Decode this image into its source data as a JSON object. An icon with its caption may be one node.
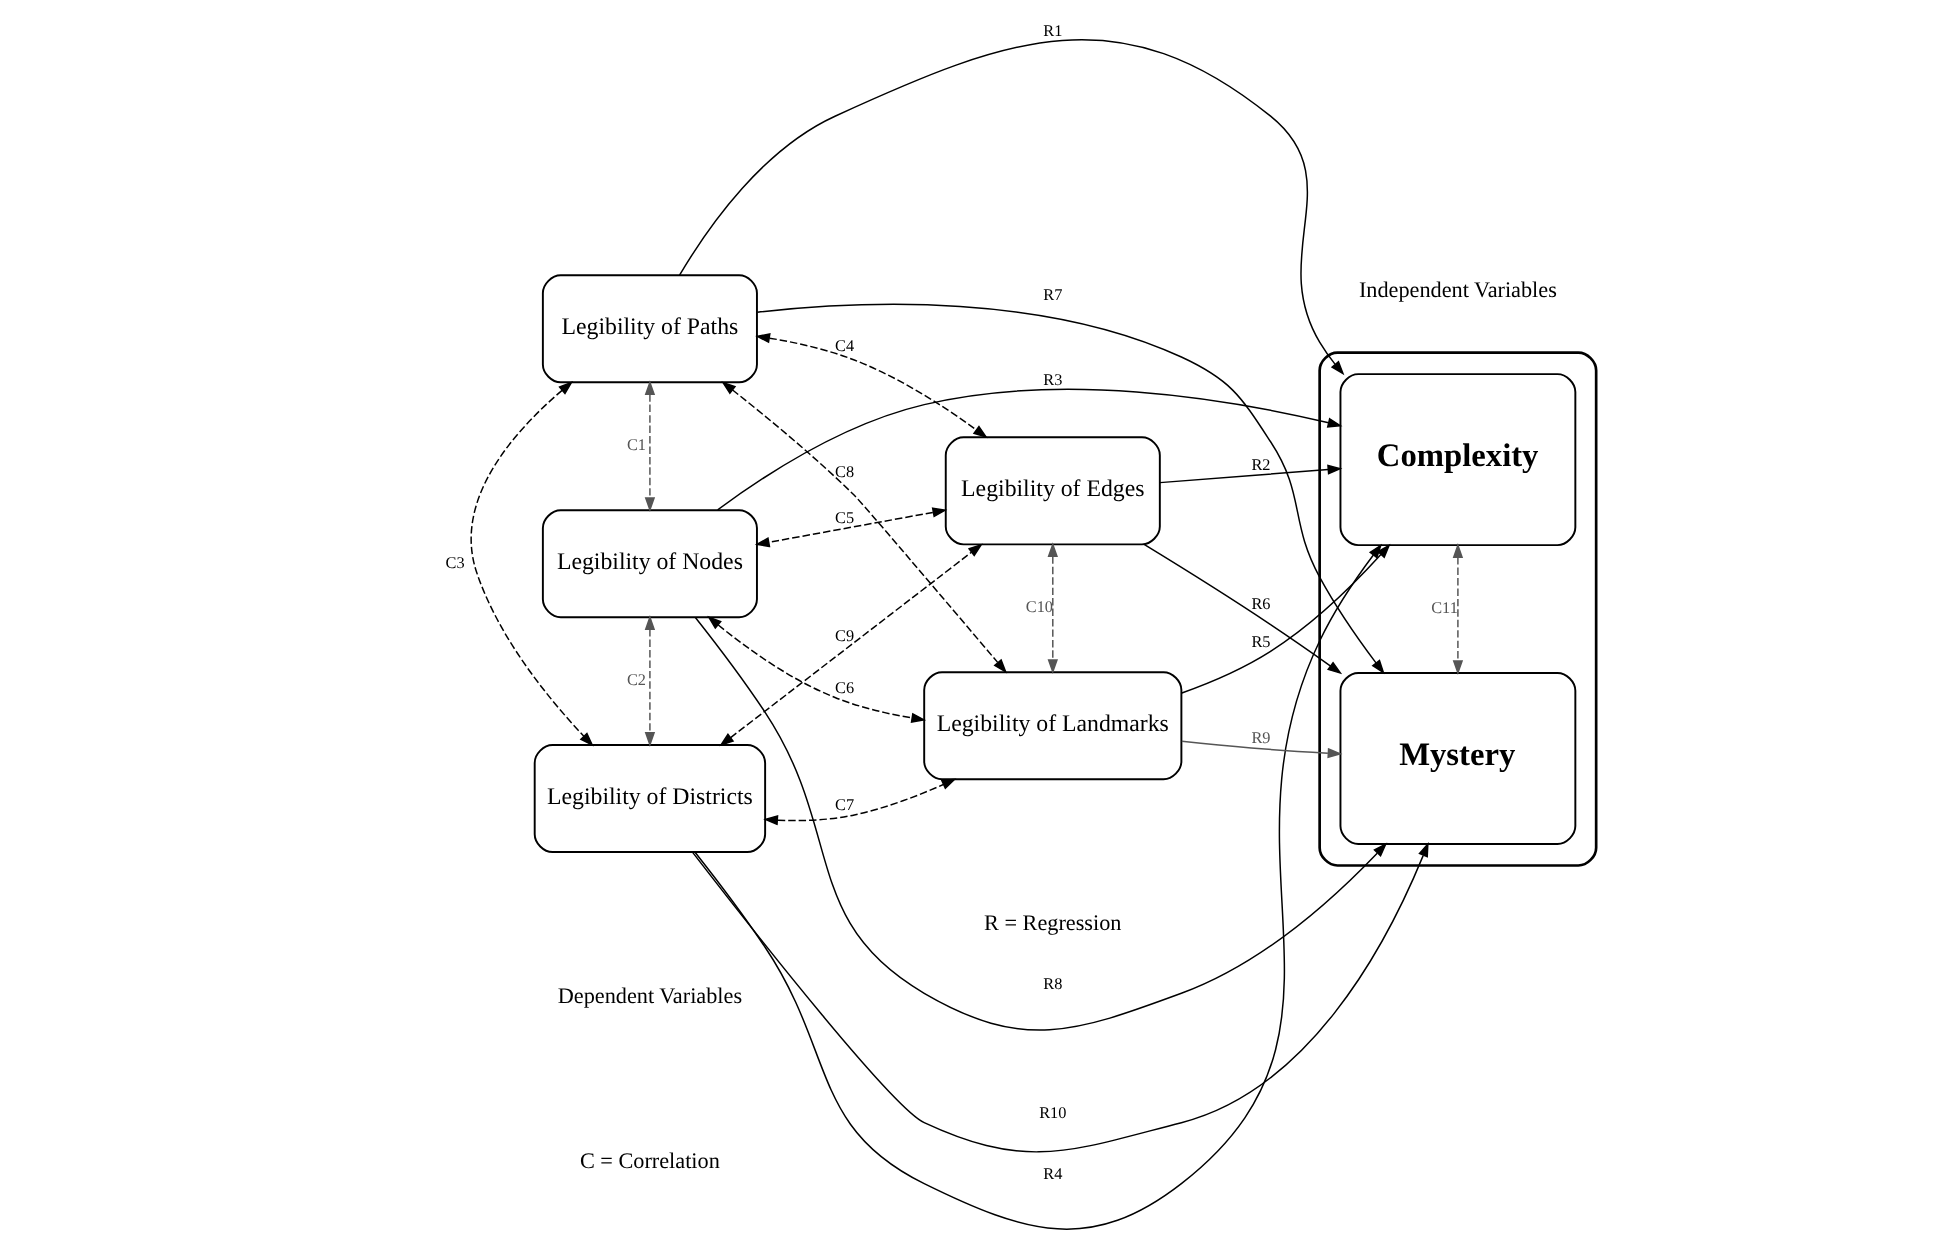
{
  "diagram": {
    "nodes": [
      {
        "text": [
          "Legibility of Paths"
        ]
      },
      {
        "text": [
          "Legibility of Edges"
        ]
      },
      {
        "text": [
          "Legibility of Nodes"
        ]
      },
      {
        "text": [
          "Legibility of Districts"
        ]
      },
      {
        "text": [
          "Legibility of Landmarks"
        ]
      },
      {
        "text": [],
        "shape": "box"
      },
      {
        "text": [
          "Complexity"
        ],
        "in": 5
      },
      {
        "text": [
          "Mystery"
        ],
        "in": 5
      }
    ],
    "edges": [
      {
        "from": 0,
        "to": 6,
        "arrow": "to",
        "label": "R1"
      },
      {
        "from": 1,
        "to": 6,
        "arrow": "to",
        "label": "R2"
      },
      {
        "from": 2,
        "to": 6,
        "arrow": "to",
        "label": "R3"
      },
      {
        "from": 3,
        "to": 6,
        "arrow": "to",
        "label": "R4"
      },
      {
        "from": 4,
        "to": 6,
        "arrow": "to",
        "label": "R5"
      },
      {
        "from": 1,
        "to": 7,
        "arrow": "to",
        "label": "R6"
      },
      {
        "from": 0,
        "to": 7,
        "arrow": "to",
        "label": "R7"
      },
      {
        "from": 2,
        "to": 7,
        "arrow": "to",
        "label": "R8"
      },
      {
        "from": 4,
        "to": 7,
        "arrow": "to",
        "label": "R9",
        "color": "#555555"
      },
      {
        "from": 3,
        "to": 7,
        "arrow": "to",
        "label": "R10"
      },
      {
        "from": 0,
        "to": 2,
        "arrow": "both",
        "label": "C1",
        "style": "dashed",
        "color": "#555555"
      },
      {
        "from": 2,
        "to": 3,
        "arrow": "both",
        "label": "C2",
        "style": "dashed",
        "color": "#555555"
      },
      {
        "from": 0,
        "to": 3,
        "arrow": "both",
        "label": "C3",
        "style": "dashed"
      },
      {
        "from": 0,
        "to": 1,
        "arrow": "both",
        "label": "C4",
        "style": "dashed"
      },
      {
        "from": 1,
        "to": 2,
        "arrow": "both",
        "label": "C5",
        "style": "dashed"
      },
      {
        "from": 2,
        "to": 4,
        "arrow": "both",
        "label": "C6",
        "style": "dashed"
      },
      {
        "from": 3,
        "to": 4,
        "arrow": "both",
        "label": "C7",
        "style": "dashed"
      },
      {
        "from": 0,
        "to": 4,
        "arrow": "both",
        "label": "C8",
        "style": "dashed"
      },
      {
        "from": 3,
        "to": 1,
        "arrow": "both",
        "label": "C9",
        "style": "dashed"
      },
      {
        "from": 1,
        "to": 4,
        "arrow": "both",
        "label": "C10",
        "style": "dashed",
        "color": "#555555"
      },
      {
        "from": 6,
        "to": 7,
        "arrow": "both",
        "label": "C11",
        "style": "dashed",
        "color": "#555555"
      }
    ],
    "labels": [
      "Dependent Variables",
      "Independent Variables",
      "C = Correlation",
      "R = Regression"
    ]
  }
}
